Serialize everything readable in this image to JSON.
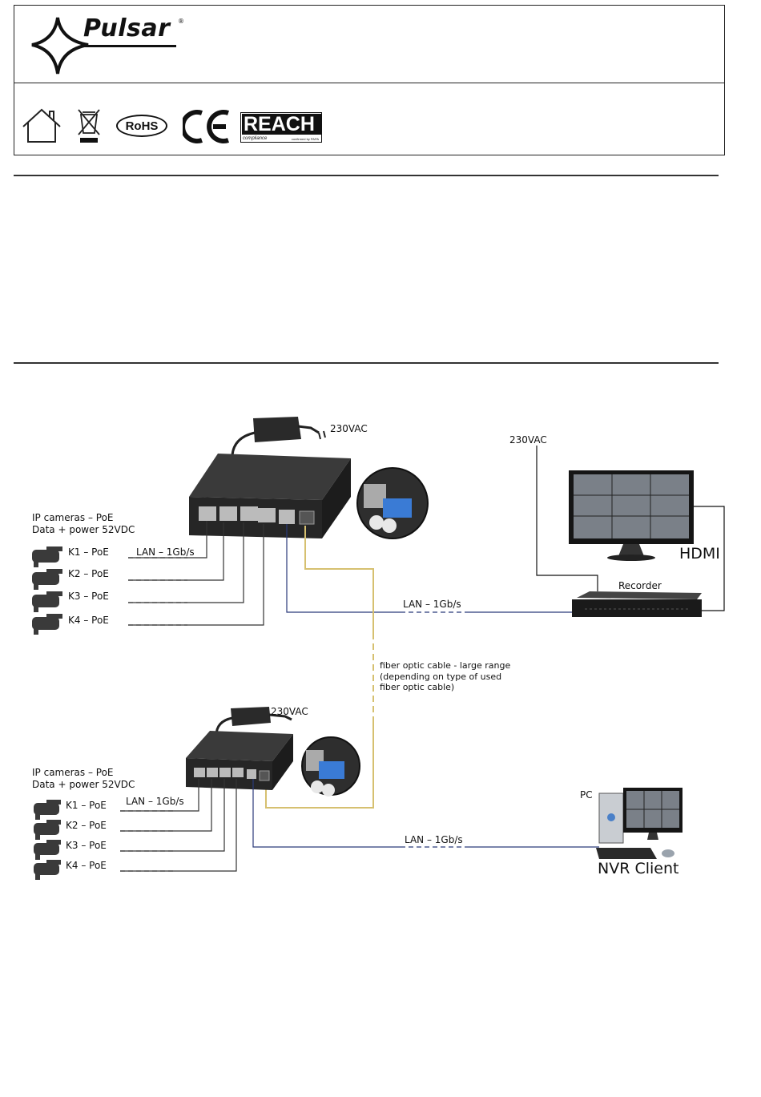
{
  "brand": {
    "name": "Pulsar",
    "mark": "®"
  },
  "certifications": {
    "rohs": "RoHS",
    "ce": "CE",
    "reach": "REACH",
    "reach_sub": "compliance",
    "reach_sub2": "confirmed by PAPA"
  },
  "icons": [
    "house-icon",
    "weee-bin-icon",
    "rohs-icon",
    "ce-mark-icon",
    "reach-icon"
  ],
  "diagram": {
    "top": {
      "power": "230VAC",
      "cameras_title": "IP cameras – PoE",
      "cameras_subtitle": "Data + power 52VDC",
      "cameras": [
        "K1 – PoE",
        "K2 – PoE",
        "K3 – PoE",
        "K4 – PoE"
      ],
      "lan_cameras": "LAN – 1Gb/s",
      "lan_recorder": "LAN – 1Gb/s"
    },
    "recorder": {
      "power": "230VAC",
      "label": "Recorder",
      "hdmi": "HDMI"
    },
    "fiber": {
      "line1": "fiber optic cable - large range",
      "line2": "(depending on type of used",
      "line3": "fiber optic cable)"
    },
    "bottom": {
      "power": "230VAC",
      "cameras_title": "IP cameras – PoE",
      "cameras_subtitle": "Data + power 52VDC",
      "cameras": [
        "K1 – PoE",
        "K2 – PoE",
        "K3 – PoE",
        "K4 – PoE"
      ],
      "lan_cameras": "LAN – 1Gb/s",
      "lan_client": "LAN – 1Gb/s"
    },
    "client": {
      "pc": "PC",
      "label": "NVR Client"
    }
  }
}
